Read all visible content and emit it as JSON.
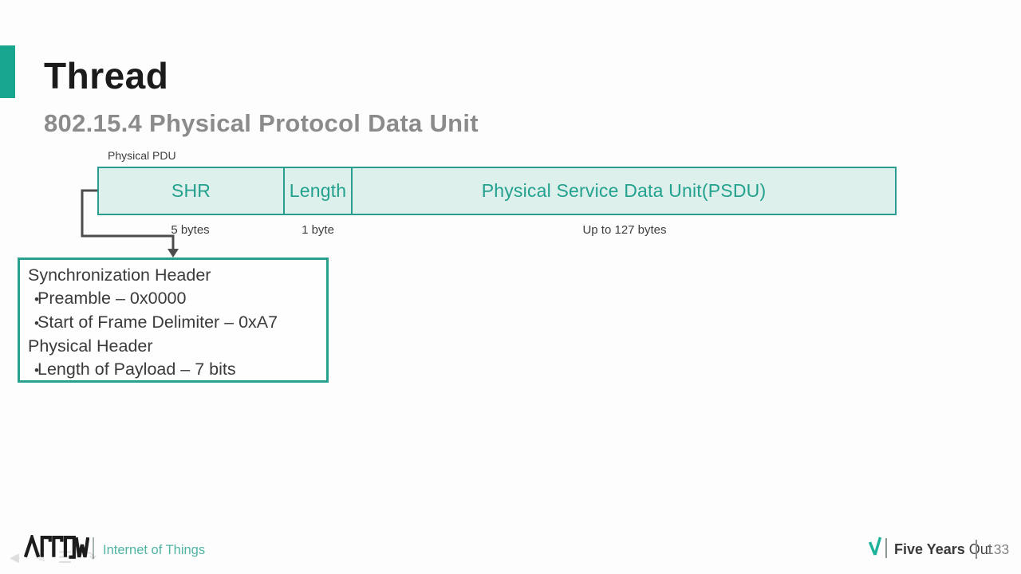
{
  "slide": {
    "title": "Thread",
    "subtitle": "802.15.4 Physical Protocol Data Unit"
  },
  "diagram": {
    "label": "Physical PDU",
    "cells": [
      {
        "label": "SHR",
        "size": "5 bytes"
      },
      {
        "label": "Length",
        "size": "1 byte"
      },
      {
        "label": "Physical Service Data Unit(PSDU)",
        "size": "Up to 127 bytes"
      }
    ],
    "callout": {
      "bullet_char": "•",
      "lines": [
        {
          "bullet": false,
          "text": "Synchronization Header"
        },
        {
          "bullet": true,
          "text": "Preamble – 0x0000"
        },
        {
          "bullet": true,
          "text": "Start of Frame Delimiter – 0xA7"
        },
        {
          "bullet": false,
          "text": "Physical Header"
        },
        {
          "bullet": true,
          "text": "Length of Payload – 7 bits"
        }
      ]
    }
  },
  "footer": {
    "brand": "ARROW",
    "tagline": "Internet of Things",
    "motto_bold": "Five Years",
    "motto_regular": "Out",
    "page_number": "133"
  },
  "ghost_icons": [
    {
      "glyph": "◄"
    },
    {
      "glyph": "✎"
    },
    {
      "glyph": "☰"
    },
    {
      "glyph": "↷"
    }
  ],
  "colors": {
    "accent_teal": "#18a68f",
    "table_border": "#2a9d8f",
    "table_fill": "#def0ec",
    "cell_text": "#23a18f",
    "title_text": "#1b1b1b",
    "subtitle_text": "#8b8b8b",
    "body_text": "#3b3b3b",
    "tagline_teal": "#50b4a4",
    "fyo_teal": "#1fb29a"
  }
}
